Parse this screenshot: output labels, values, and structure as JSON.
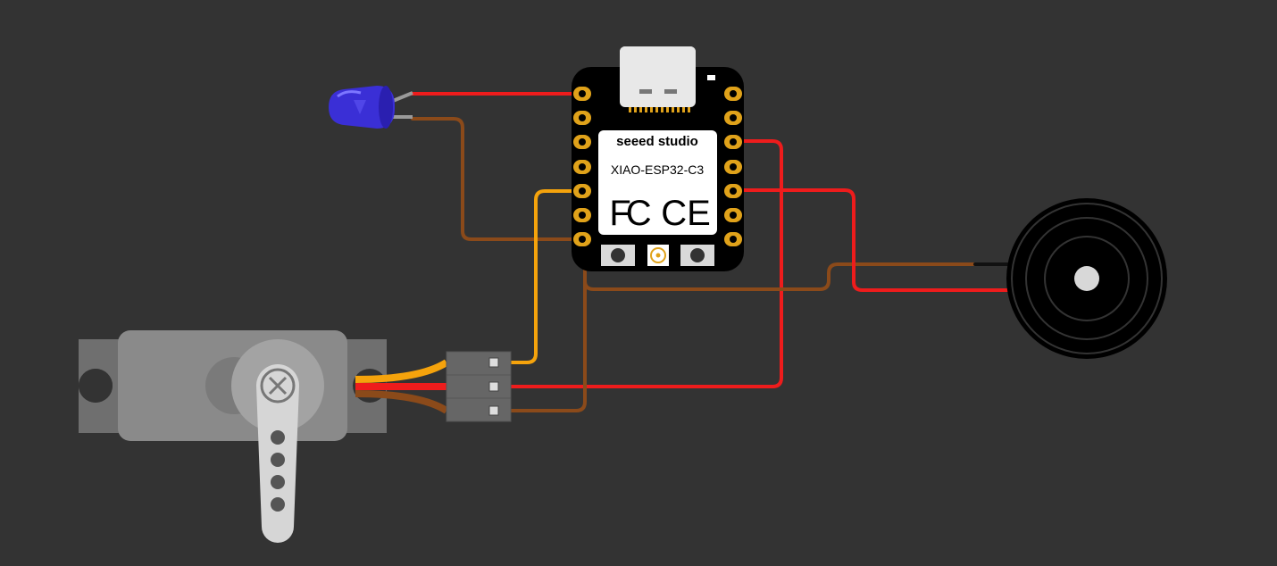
{
  "board": {
    "brand": "seeed studio",
    "model": "XIAO-ESP32-C3",
    "fcc_mark": "FC",
    "ce_mark": "CE"
  },
  "components": [
    {
      "id": "led",
      "icon": "led-icon",
      "color": "#3a2fd6"
    },
    {
      "id": "servo",
      "icon": "servo-icon",
      "color": "#8a8a8a"
    },
    {
      "id": "buzzer",
      "icon": "buzzer-icon",
      "color": "#111111"
    },
    {
      "id": "xiao",
      "icon": "board-icon",
      "color": "#000000"
    }
  ],
  "wire_colors": {
    "red": "#ee1c1c",
    "brown": "#8b4a1a",
    "orange": "#f5a30c",
    "black": "#111111"
  },
  "colors": {
    "background": "#333333",
    "pin_pad": "#e0a21a"
  }
}
